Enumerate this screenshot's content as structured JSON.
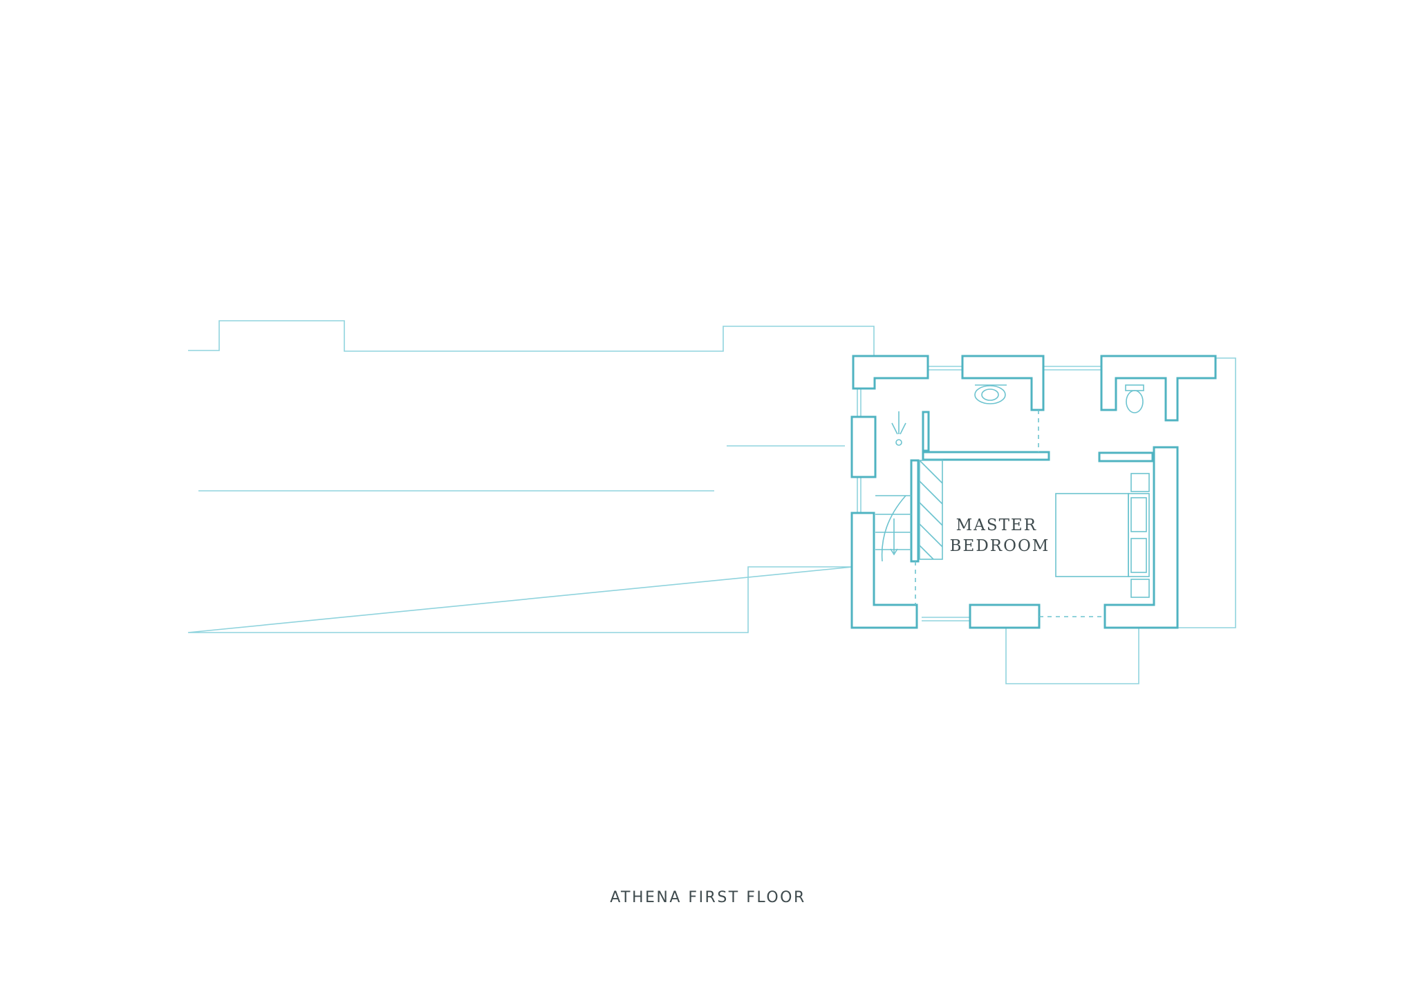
{
  "plan": {
    "title": "ATHENA FIRST FLOOR",
    "rooms": [
      {
        "lines": [
          "MASTER",
          "BEDROOM"
        ]
      }
    ],
    "colors": {
      "wall": "#4fb3c1",
      "outline": "#8fd3dd",
      "text": "#3e4a4d",
      "background": "#ffffff"
    }
  }
}
